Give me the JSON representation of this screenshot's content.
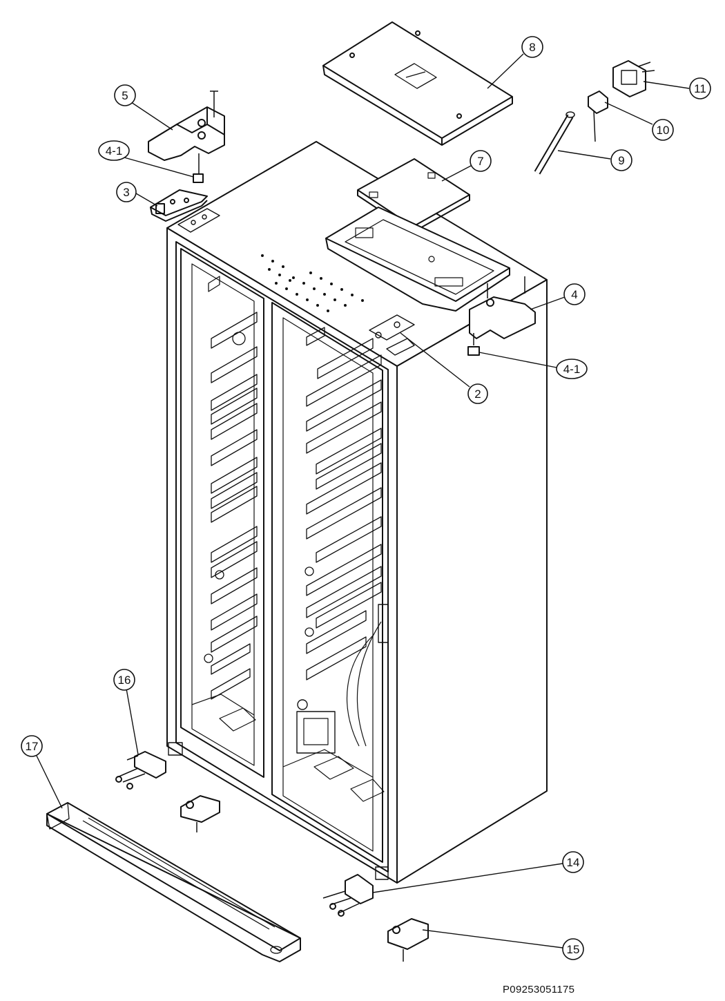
{
  "diagram": {
    "callouts": [
      {
        "id": "c8",
        "label": "8"
      },
      {
        "id": "c5",
        "label": "5"
      },
      {
        "id": "c4-1a",
        "label": "4-1"
      },
      {
        "id": "c3",
        "label": "3"
      },
      {
        "id": "c7",
        "label": "7"
      },
      {
        "id": "c11",
        "label": "11"
      },
      {
        "id": "c10",
        "label": "10"
      },
      {
        "id": "c9",
        "label": "9"
      },
      {
        "id": "c4",
        "label": "4"
      },
      {
        "id": "c4-1b",
        "label": "4-1"
      },
      {
        "id": "c2",
        "label": "2"
      },
      {
        "id": "c16",
        "label": "16"
      },
      {
        "id": "c17",
        "label": "17"
      },
      {
        "id": "c14",
        "label": "14"
      },
      {
        "id": "c15",
        "label": "15"
      }
    ],
    "drawing_code": "P09253051175"
  }
}
